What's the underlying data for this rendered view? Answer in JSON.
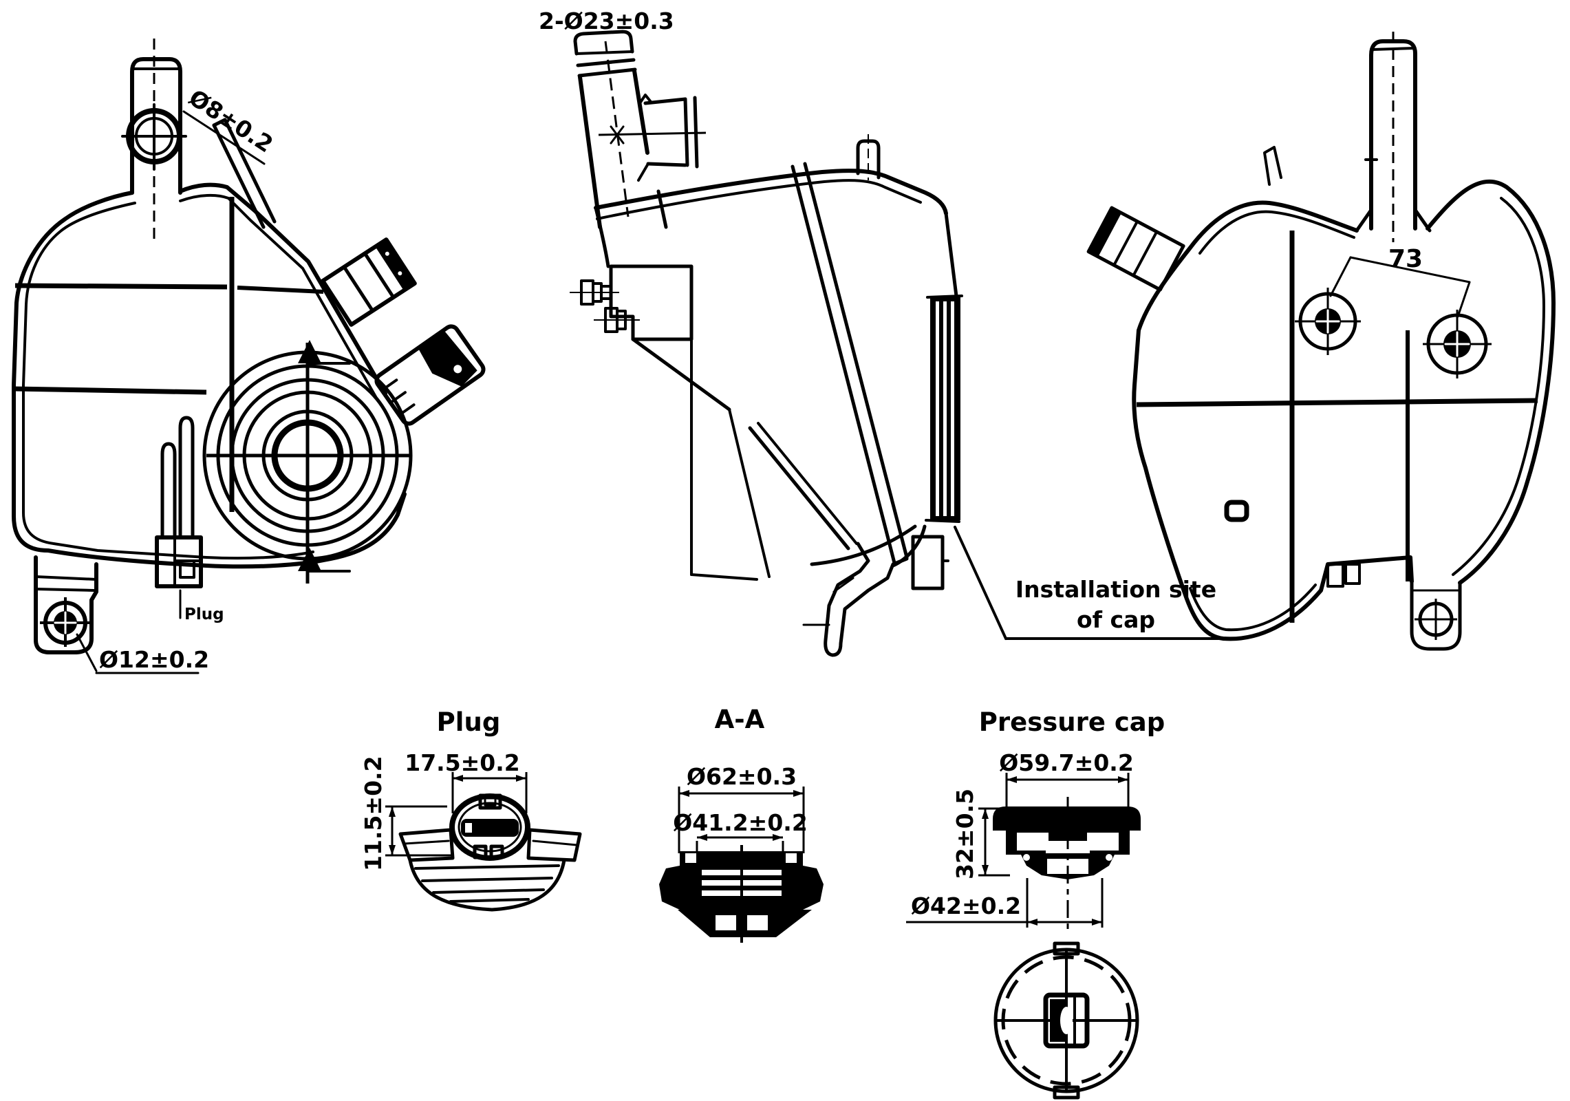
{
  "canvas": {
    "background": "#ffffff",
    "ink": "#000000"
  },
  "views": {
    "front": {
      "labels": {
        "bleed_pipe_dia": "Ø8±0.2",
        "bracket_hole_dia": "Ø12±0.2",
        "plug_pointer": "Plug"
      }
    },
    "side": {
      "labels": {
        "inlet_pipes_dia": "2-Ø23±0.3",
        "cap_note_line1": "Installation site",
        "cap_note_line2": "of cap"
      }
    },
    "rear": {
      "labels": {
        "boss_spacing": "73"
      }
    }
  },
  "details": {
    "plug": {
      "title": "Plug",
      "width_dim": "17.5±0.2",
      "height_dim": "11.5±0.2"
    },
    "section_aa": {
      "title": "A-A",
      "outer_dia": "Ø62±0.3",
      "inner_dia": "Ø41.2±0.2"
    },
    "pressure_cap": {
      "title": "Pressure cap",
      "outer_dia": "Ø59.7±0.2",
      "height_dim": "32±0.5",
      "skirt_dia": "Ø42±0.2"
    }
  }
}
